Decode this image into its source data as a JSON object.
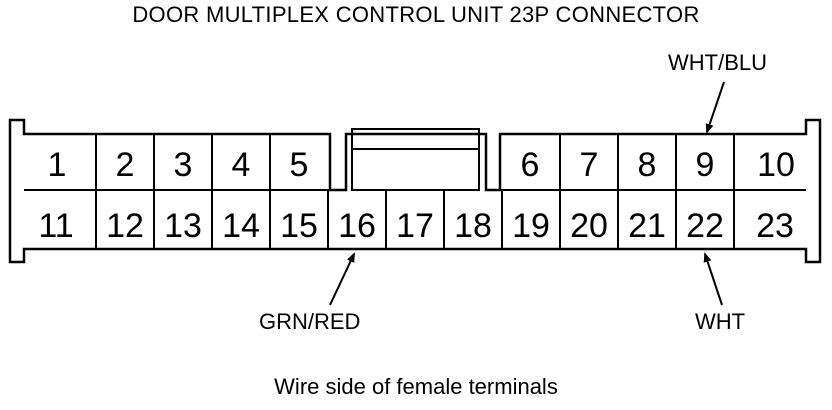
{
  "title": "DOOR MULTIPLEX CONTROL UNIT 23P CONNECTOR",
  "caption": "Wire side of female terminals",
  "connector": {
    "top_row": [
      "1",
      "2",
      "3",
      "4",
      "5",
      "6",
      "7",
      "8",
      "9",
      "10"
    ],
    "bottom_row": [
      "11",
      "12",
      "13",
      "14",
      "15",
      "16",
      "17",
      "18",
      "19",
      "20",
      "21",
      "22",
      "23"
    ]
  },
  "wire_labels": {
    "pin_9": "WHT/BLU",
    "pin_16": "GRN/RED",
    "pin_22": "WHT"
  }
}
